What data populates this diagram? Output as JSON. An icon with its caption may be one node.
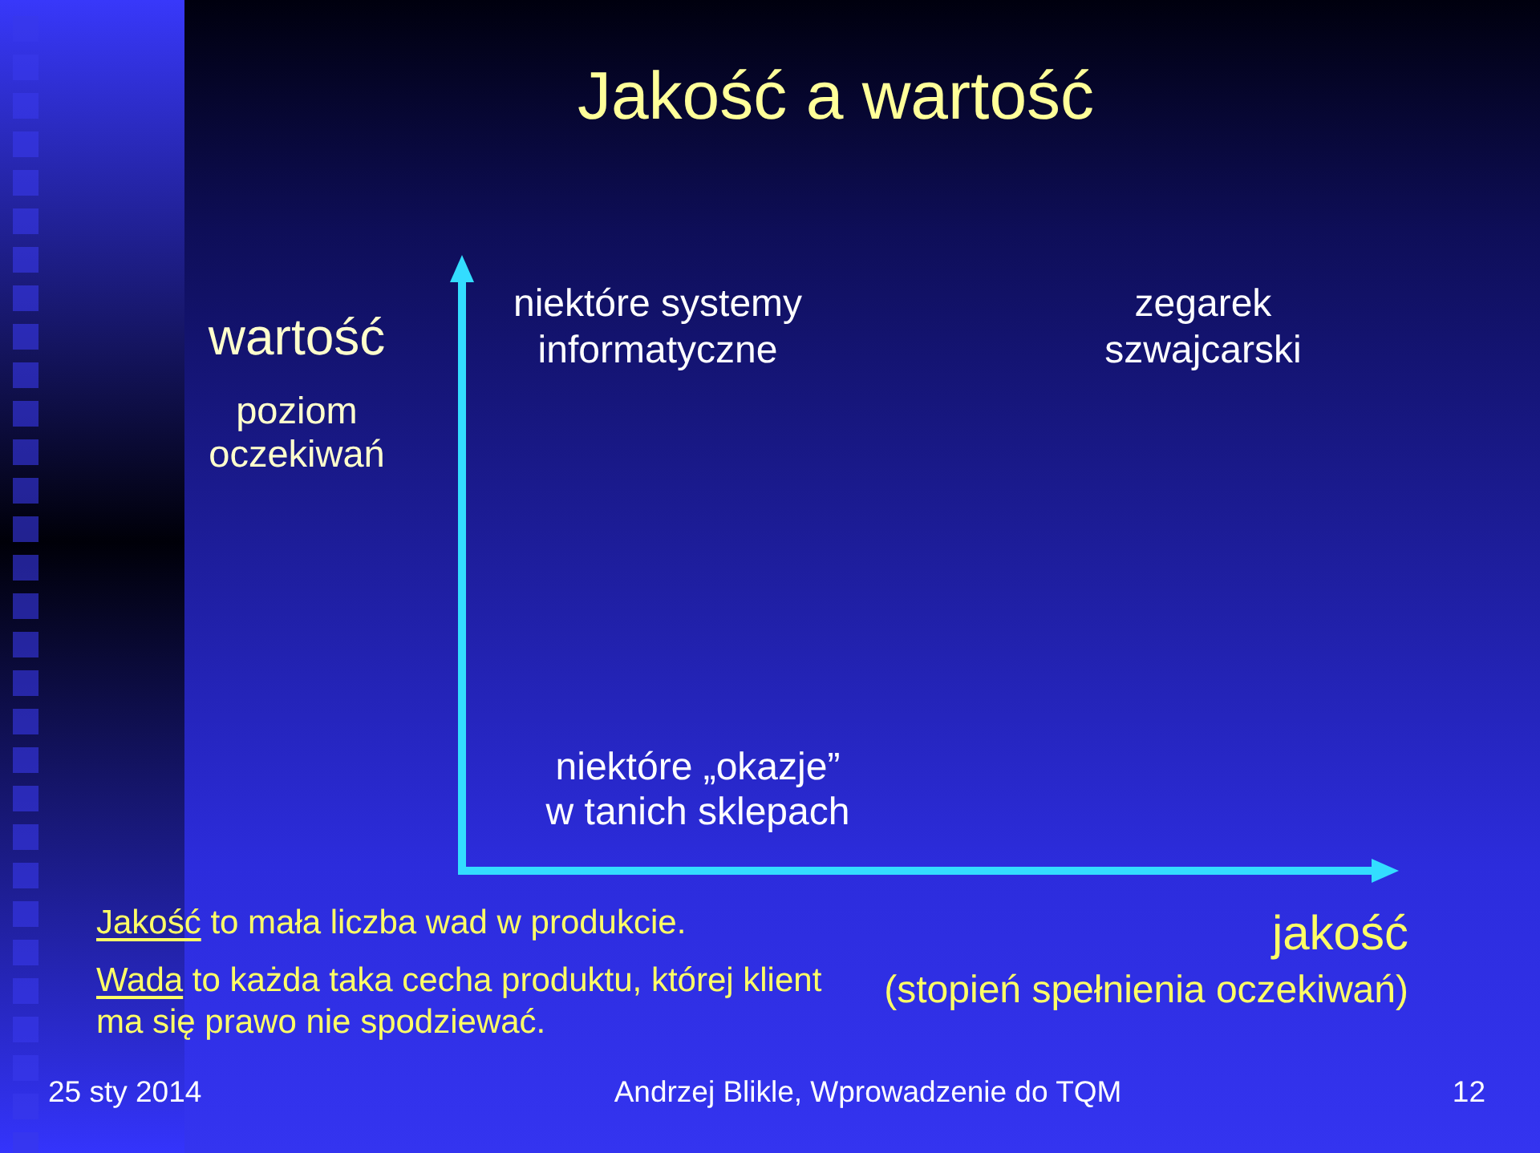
{
  "diagram": {
    "title": "Jakość a wartość",
    "labels": [
      "wartość",
      "niektóre systemy informatyczne",
      "zegarek szwajcarski",
      "poziom oczekiwań",
      "niektóre „okazje” w tanich sklepach",
      "Jakość to mała liczba wad w produkcie.",
      "jakość",
      "Wada to każda taka cecha produktu, której klient ma się prawo nie spodziewać.",
      "(stopień spełnienia oczekiwań)",
      "25 sty 2014",
      "Andrzej Blikle, Wprowadzenie do TQM",
      "12"
    ]
  }
}
